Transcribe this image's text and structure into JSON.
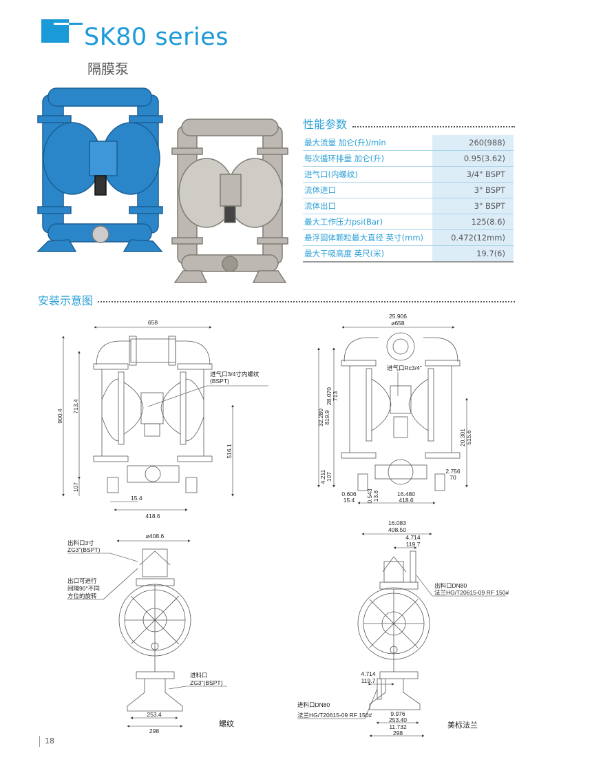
{
  "header": {
    "title": "SK80 series",
    "subtitle": "隔膜泵"
  },
  "colors": {
    "brand": "#1b9ad8",
    "table_value_bg": "#dcedf8",
    "pump_blue": "#2b86c9",
    "pump_steel": "#b9b6b0"
  },
  "specs": {
    "heading": "性能参数",
    "rows": [
      {
        "label": "最大流量 加仑(升)/min",
        "value": "260(988)"
      },
      {
        "label": "每次循环排量 加仑(升)",
        "value": "0.95(3.62)"
      },
      {
        "label": "进气口(内螺纹)",
        "value": "3/4\"  BSPT"
      },
      {
        "label": "流体进口",
        "value": "3\"  BSPT"
      },
      {
        "label": "流体出口",
        "value": "3\"  BSPT"
      },
      {
        "label": "最大工作压力psi(Bar)",
        "value": "125(8.6)"
      },
      {
        "label": "悬浮固体颗粒最大直径 英寸(mm)",
        "value": "0.472(12mm)"
      },
      {
        "label": "最大干吸高度 英尺(米)",
        "value": "19.7(6)"
      }
    ]
  },
  "install": {
    "heading": "安装示意图",
    "front_thread": {
      "width": "658",
      "height_total": "900.4",
      "height_713": "713.4",
      "height_107": "107",
      "height_516": "516.1",
      "foot_offset": "15.4",
      "foot_span": "418.6",
      "air_inlet_1": "进气口3/4寸内螺纹",
      "air_inlet_2": "(BSPT)"
    },
    "front_flange": {
      "width_in": "25.906",
      "width_mm": "⌀658",
      "h_total_in": "32.280",
      "h_total_mm": "819.9",
      "h713_in": "28.070",
      "h713_mm": "713",
      "h515_in": "20.301",
      "h515_mm": "515.6",
      "h107_in": "4.211",
      "h107_mm": "107",
      "foot_w_in": "2.756",
      "foot_w_mm": "70",
      "off_in": "0.606",
      "off_mm": "15.4",
      "off2_in": "0.543",
      "off2_mm": "13.8",
      "span_in": "16.480",
      "span_mm": "418.6",
      "air_inlet": "进气口Rc3/4\""
    },
    "side_thread": {
      "diameter": "⌀408.6",
      "outlet_1": "出料口3寸",
      "outlet_2": "ZG3\"(BSPT)",
      "rotate_1": "出口可进行",
      "rotate_2": "间隔90°不同",
      "rotate_3": "方位的旋转",
      "inlet_1": "进料口",
      "inlet_2": "ZG3\"(BSPT)",
      "base_inner": "253.4",
      "base_outer": "298",
      "caption": "螺纹"
    },
    "side_flange": {
      "dia_in": "16.083",
      "dia_mm": "408.50",
      "top_off_in": "4.714",
      "top_off_mm": "119.7",
      "outlet_1": "出料口DN80",
      "outlet_2": "法兰HG/T20615-09 RF 150#",
      "bot_off_in": "4.714",
      "bot_off_mm": "119.7",
      "inlet_1": "进料口DN80",
      "inlet_2": "法兰HG/T20615-09 RF 150#",
      "base_inner_in": "9.976",
      "base_inner_mm": "253.40",
      "base_outer_in": "11.732",
      "base_outer_mm": "298",
      "caption": "美标法兰"
    }
  },
  "footer": {
    "page_number": "18"
  }
}
